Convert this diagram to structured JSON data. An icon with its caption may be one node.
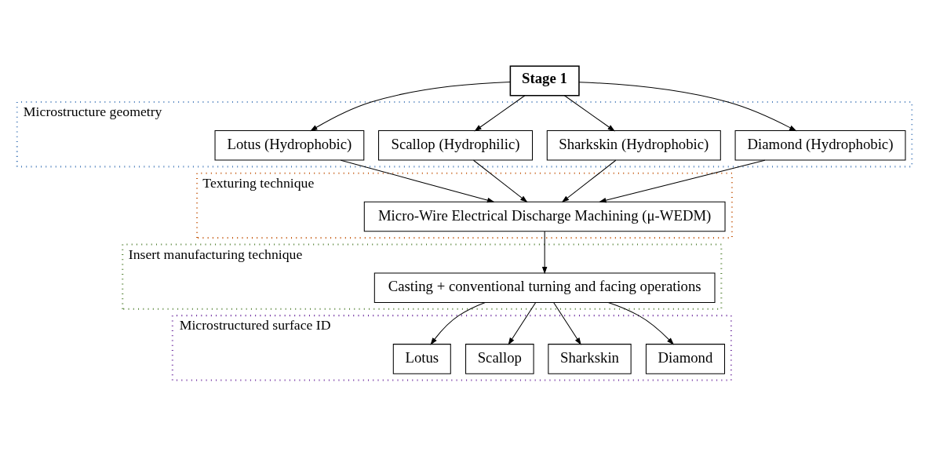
{
  "diagram": {
    "nodes": [
      {
        "text": [
          "Stage 1"
        ]
      },
      {
        "text": [
          "Microstructure geometry"
        ]
      },
      {
        "text": [
          "Lotus (Hydrophobic)"
        ],
        "in": 1
      },
      {
        "text": [
          "Scallop (Hydrophilic)"
        ],
        "in": 1
      },
      {
        "text": [
          "Sharkskin (Hydrophobic)"
        ],
        "in": 1
      },
      {
        "text": [
          "Diamond (Hydrophobic)"
        ],
        "in": 1
      },
      {
        "text": [
          "Texturing technique"
        ]
      },
      {
        "text": [
          "Micro-Wire Electrical Discharge Machining (μ-WEDM)"
        ],
        "in": 6
      },
      {
        "text": [
          "Insert manufacturing technique"
        ]
      },
      {
        "text": [
          "Casting + conventional turning and facing operations"
        ],
        "in": 8
      },
      {
        "text": [
          "Microstructured surface ID"
        ]
      },
      {
        "text": [
          "Lotus"
        ],
        "in": 10
      },
      {
        "text": [
          "Scallop"
        ],
        "in": 10
      },
      {
        "text": [
          "Sharkskin"
        ],
        "in": 10
      },
      {
        "text": [
          "Diamond"
        ],
        "in": 10
      }
    ],
    "edges": [
      {
        "from": 0,
        "to": 2,
        "arrow": "to"
      },
      {
        "from": 0,
        "to": 3,
        "arrow": "to"
      },
      {
        "from": 0,
        "to": 4,
        "arrow": "to"
      },
      {
        "from": 0,
        "to": 5,
        "arrow": "to"
      },
      {
        "from": 2,
        "to": 7,
        "arrow": "to"
      },
      {
        "from": 3,
        "to": 7,
        "arrow": "to"
      },
      {
        "from": 4,
        "to": 7,
        "arrow": "to"
      },
      {
        "from": 5,
        "to": 7,
        "arrow": "to"
      },
      {
        "from": 7,
        "to": 9,
        "arrow": "to"
      },
      {
        "from": 9,
        "to": 11,
        "arrow": "to"
      },
      {
        "from": 9,
        "to": 12,
        "arrow": "to"
      },
      {
        "from": 9,
        "to": 13,
        "arrow": "to"
      },
      {
        "from": 9,
        "to": 14,
        "arrow": "to"
      }
    ]
  }
}
